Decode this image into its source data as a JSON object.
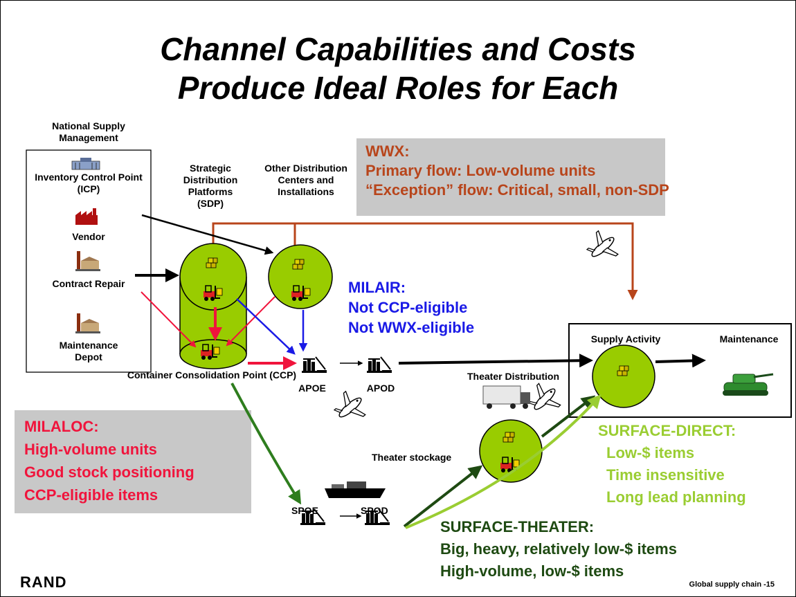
{
  "title": {
    "line1": "Channel Capabilities and Costs",
    "line2": "Produce Ideal Roles for Each"
  },
  "source_panel": {
    "heading": "National Supply Management",
    "icp": "Inventory Control Point (ICP)",
    "vendor": "Vendor",
    "contract_repair": "Contract Repair",
    "maintenance_depot": "Maintenance Depot"
  },
  "nodes": {
    "sdp": "Strategic Distribution Platforms (SDP)",
    "other_dc": "Other Distribution Centers and Installations",
    "ccp": "Container Consolidation Point (CCP)",
    "apoe": "APOE",
    "apod": "APOD",
    "spoe": "SPOE",
    "spod": "SPOD",
    "theater_distribution": "Theater Distribution",
    "theater_stockage": "Theater stockage",
    "supply_activity": "Supply Activity",
    "maintenance": "Maintenance"
  },
  "channels": {
    "wwx": {
      "lines": [
        "WWX:",
        "Primary flow: Low-volume units",
        "“Exception” flow: Critical, small, non-SDP"
      ],
      "color": "#B8451B"
    },
    "milair": {
      "lines": [
        "MILAIR:",
        "Not CCP-eligible",
        "Not WWX-eligible"
      ],
      "color": "#1A1AE6"
    },
    "milaloc": {
      "lines": [
        "MILALOC:",
        "High-volume units",
        "Good stock positioning",
        "CCP-eligible items"
      ],
      "color": "#F0143C"
    },
    "surface_direct": {
      "lines": [
        "SURFACE-DIRECT:",
        "Low-$ items",
        "Time insensitive",
        "Long lead planning"
      ],
      "color": "#9ACD32"
    },
    "surface_theater": {
      "lines": [
        "SURFACE-THEATER:",
        "Big, heavy, relatively low-$ items",
        "High-volume, low-$ items"
      ],
      "color": "#1E4A12"
    }
  },
  "colors": {
    "node_green": "#99CC00",
    "callout_gray": "#C8C8C8",
    "flow_dark_green": "#2E7D1E"
  },
  "footer": {
    "logo": "RAND",
    "page": "Global supply chain -15"
  }
}
